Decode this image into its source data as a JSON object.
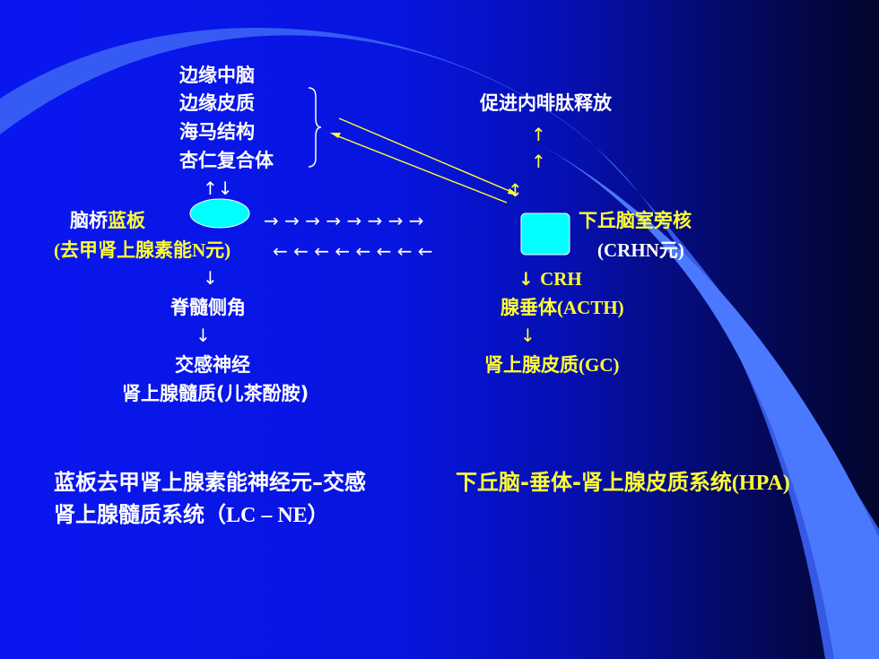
{
  "limbic": {
    "items": [
      "边缘中脑",
      "边缘皮质",
      "海马结构",
      "杏仁复合体"
    ]
  },
  "left": {
    "up_down_arrows": "↑↓",
    "lc_label_white": "脑桥",
    "lc_label_yellow": "蓝板",
    "lc_sub_open": "(",
    "lc_sub_cn": "去甲肾上腺素能",
    "lc_sub_tail": "N元)",
    "down1": "↓",
    "spinal": "脊髓侧角",
    "down2": "↓",
    "sympathetic": "交感神经",
    "medulla_cn": "肾上腺髓质",
    "medulla_tail": "(儿茶酚胺)"
  },
  "middle": {
    "right_arrows": "→ → → → → → → →",
    "left_arrows": "← ← ← ← ← ← ← ←"
  },
  "right": {
    "endorphin": "促进内啡肽释放",
    "up1": "↑",
    "up2": "↑",
    "updown": "↕",
    "pvn": "下丘脑室旁核",
    "crhn_open": "(CRHN",
    "crhn_cn": "元",
    "crhn_close": ")",
    "crh_arrow": "↓",
    "crh": "CRH",
    "pituitary_cn": "腺垂体",
    "pituitary_tail": "(ACTH)",
    "down": "↓",
    "adrenal_cn": "肾上腺皮质",
    "adrenal_tail": "(GC)"
  },
  "bottom": {
    "lc_ne_line1": "蓝板去甲肾上腺素能神经元–交感",
    "lc_ne_line2_cn": "肾上腺髓质系统（",
    "lc_ne_line2_tail": "LC – NE）",
    "hpa_cn": "下丘脑-垂体-肾上腺皮质系统",
    "hpa_tail": "(HPA)"
  },
  "colors": {
    "text_white": "#ffffff",
    "text_yellow": "#ffff33",
    "shape_cyan": "#00ffff",
    "swoosh": "#3366ff"
  }
}
